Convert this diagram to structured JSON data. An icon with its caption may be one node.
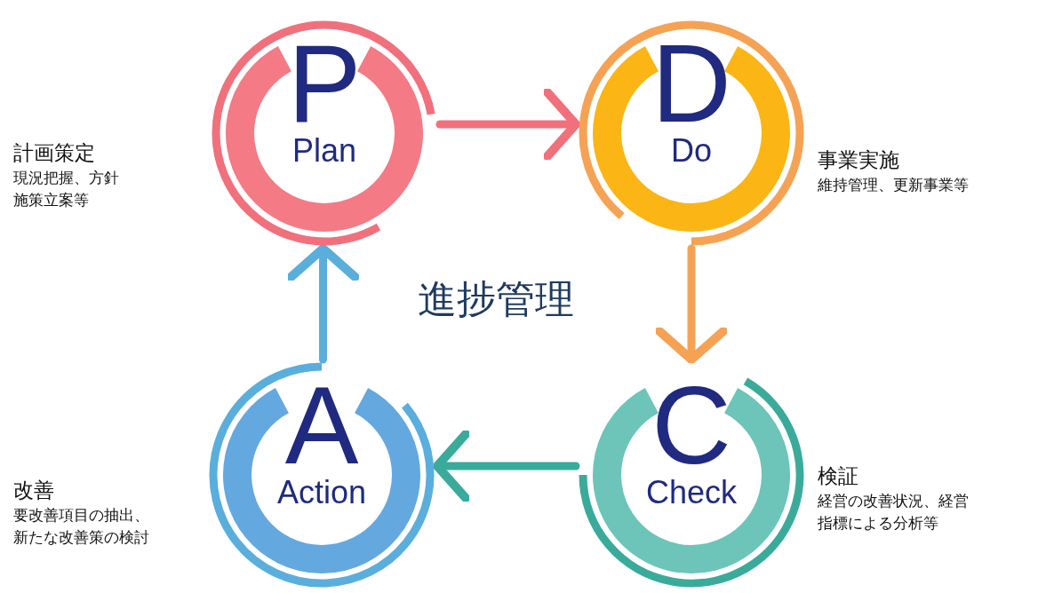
{
  "diagram": {
    "nodes": [
      {
        "text": [
          "P",
          "Plan"
        ],
        "beside": [
          "計画策定",
          "現況把握、方針施策立案等"
        ]
      },
      {
        "text": [
          "D",
          "Do"
        ],
        "beside": [
          "事業実施",
          "維持管理、更新事業等"
        ]
      },
      {
        "text": [
          "C",
          "Check"
        ],
        "beside": [
          "検証",
          "経営の改善状況、経営指標による分析等"
        ]
      },
      {
        "text": [
          "A",
          "Action"
        ],
        "beside": [
          "改善",
          "要改善項目の抽出、新たな改善策の検討"
        ]
      }
    ],
    "edges": [
      {
        "from": 0,
        "to": 1,
        "arrow": "to",
        "color": "#f0707c"
      },
      {
        "from": 1,
        "to": 2,
        "arrow": "to",
        "color": "#f5a255"
      },
      {
        "from": 2,
        "to": 3,
        "arrow": "to",
        "color": "#3aab9b"
      },
      {
        "from": 3,
        "to": 0,
        "arrow": "to",
        "color": "#5aaedc"
      }
    ],
    "labels": [
      "進捗管理"
    ]
  }
}
